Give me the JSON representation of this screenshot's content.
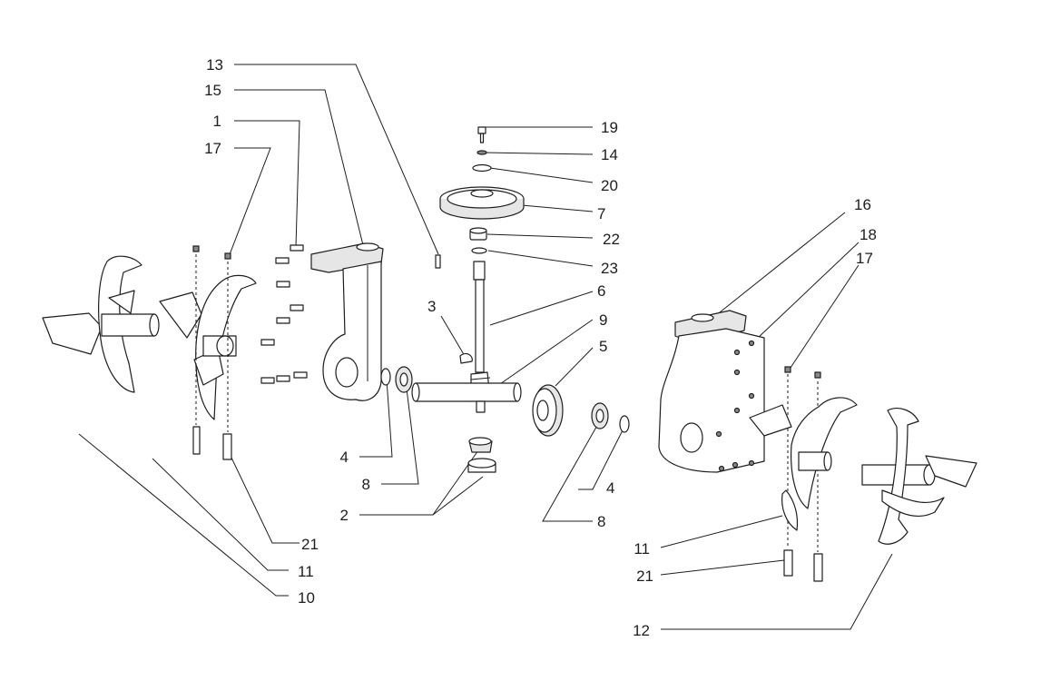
{
  "callouts": {
    "c13": "13",
    "c15": "15",
    "c1": "1",
    "c17_left": "17",
    "c19": "19",
    "c14": "14",
    "c20": "20",
    "c7": "7",
    "c22": "22",
    "c23": "23",
    "c6": "6",
    "c3": "3",
    "c9": "9",
    "c5": "5",
    "c4_left": "4",
    "c8_left": "8",
    "c2": "2",
    "c4_right": "4",
    "c8_right": "8",
    "c16": "16",
    "c18": "18",
    "c17_right": "17",
    "c21_left": "21",
    "c11_left": "11",
    "c10": "10",
    "c11_right": "11",
    "c21_right": "21",
    "c12": "12"
  }
}
